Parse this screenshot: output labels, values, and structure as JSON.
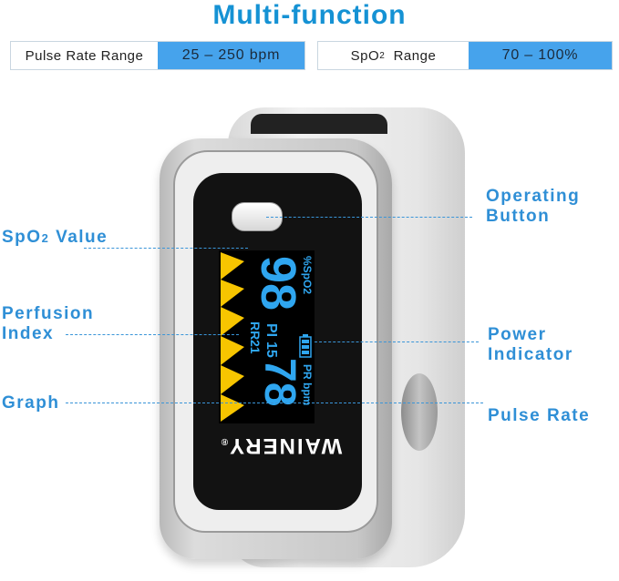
{
  "header": {
    "title": "Multi-function"
  },
  "ranges": [
    {
      "label": "Pulse Rate Range",
      "value": "25 – 250 bpm"
    },
    {
      "label_main": "SpO",
      "label_sub": "2",
      "label_tail": "  Range",
      "value": "70 – 100%"
    }
  ],
  "callouts": {
    "spo2_value": {
      "main": "SpO",
      "sub": "2",
      "tail": " Value"
    },
    "perfusion_index": {
      "line1": "Perfusion",
      "line2": "Index"
    },
    "graph": "Graph",
    "operating_button": {
      "line1": "Operating",
      "line2": "Button"
    },
    "power_indicator": {
      "line1": "Power",
      "line2": "Indicator"
    },
    "pulse_rate": "Pulse Rate"
  },
  "device": {
    "brand": "WAINERY",
    "registered_mark": "®",
    "screen": {
      "spo2_value": "98",
      "spo2_unit": "%SpO2",
      "pi_label": "PI",
      "pi_value": "15",
      "rr_label": "RR",
      "rr_value": "21",
      "pr_value": "78",
      "pr_unit": "PR bpm",
      "battery_icon": "battery-icon"
    }
  },
  "colors": {
    "title": "#1592d4",
    "callout": "#2f8fd6",
    "range_value_bg": "#46a3ec",
    "screen_digits": "#2fa6f0",
    "graph_wave": "#f7c500"
  }
}
